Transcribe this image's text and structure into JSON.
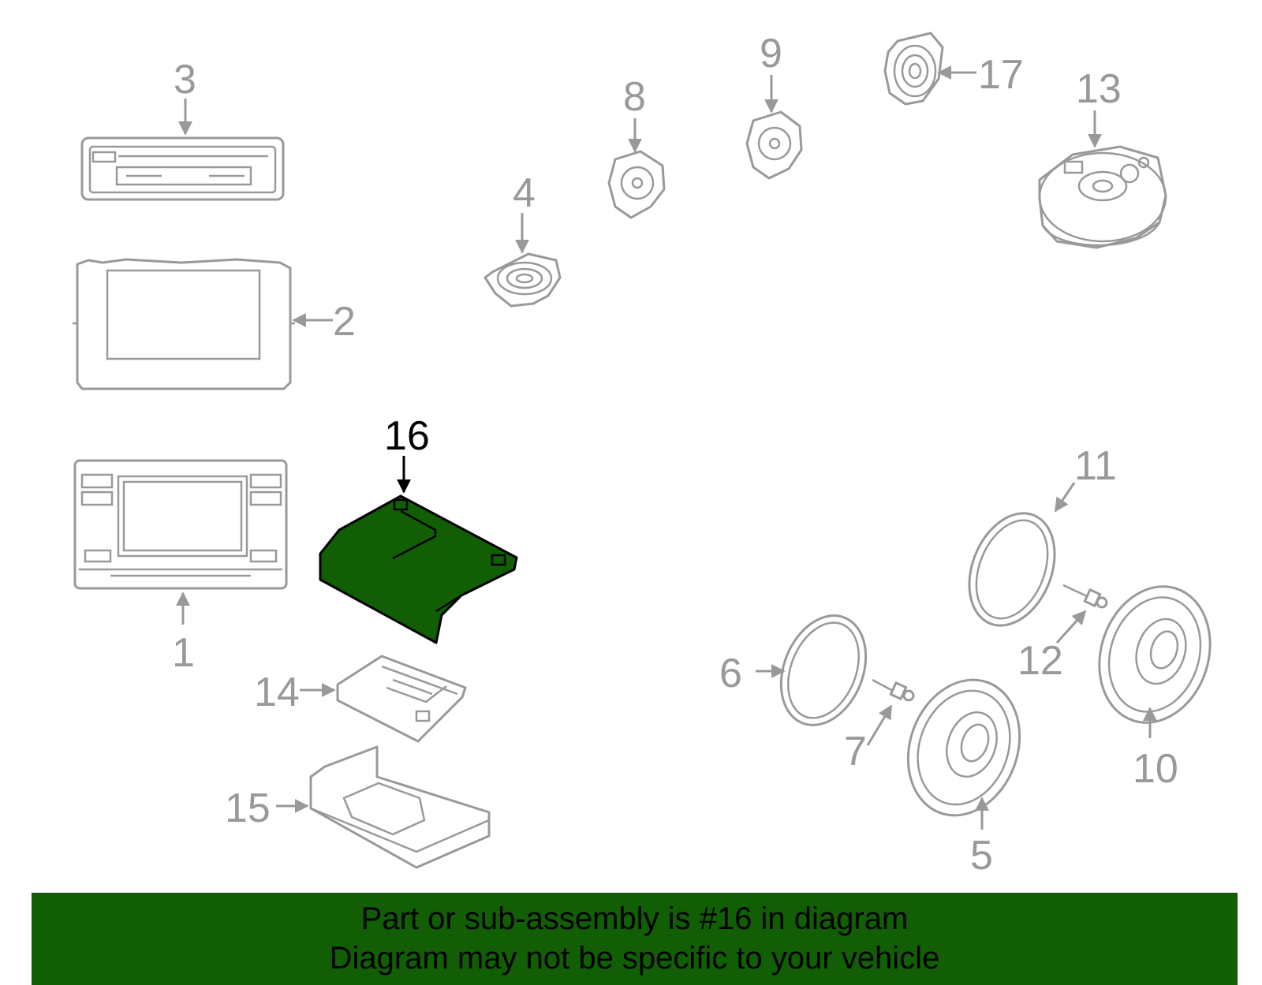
{
  "highlight_color": "#115e05",
  "line_color": "#999999",
  "callouts": {
    "c1": "1",
    "c2": "2",
    "c3": "3",
    "c4": "4",
    "c5": "5",
    "c6": "6",
    "c7": "7",
    "c8": "8",
    "c9": "9",
    "c10": "10",
    "c11": "11",
    "c12": "12",
    "c13": "13",
    "c14": "14",
    "c15": "15",
    "c16": "16",
    "c17": "17"
  },
  "banner": {
    "line1": "Part or sub-assembly is #16 in diagram",
    "line2": "Diagram may not be specific to your vehicle"
  }
}
